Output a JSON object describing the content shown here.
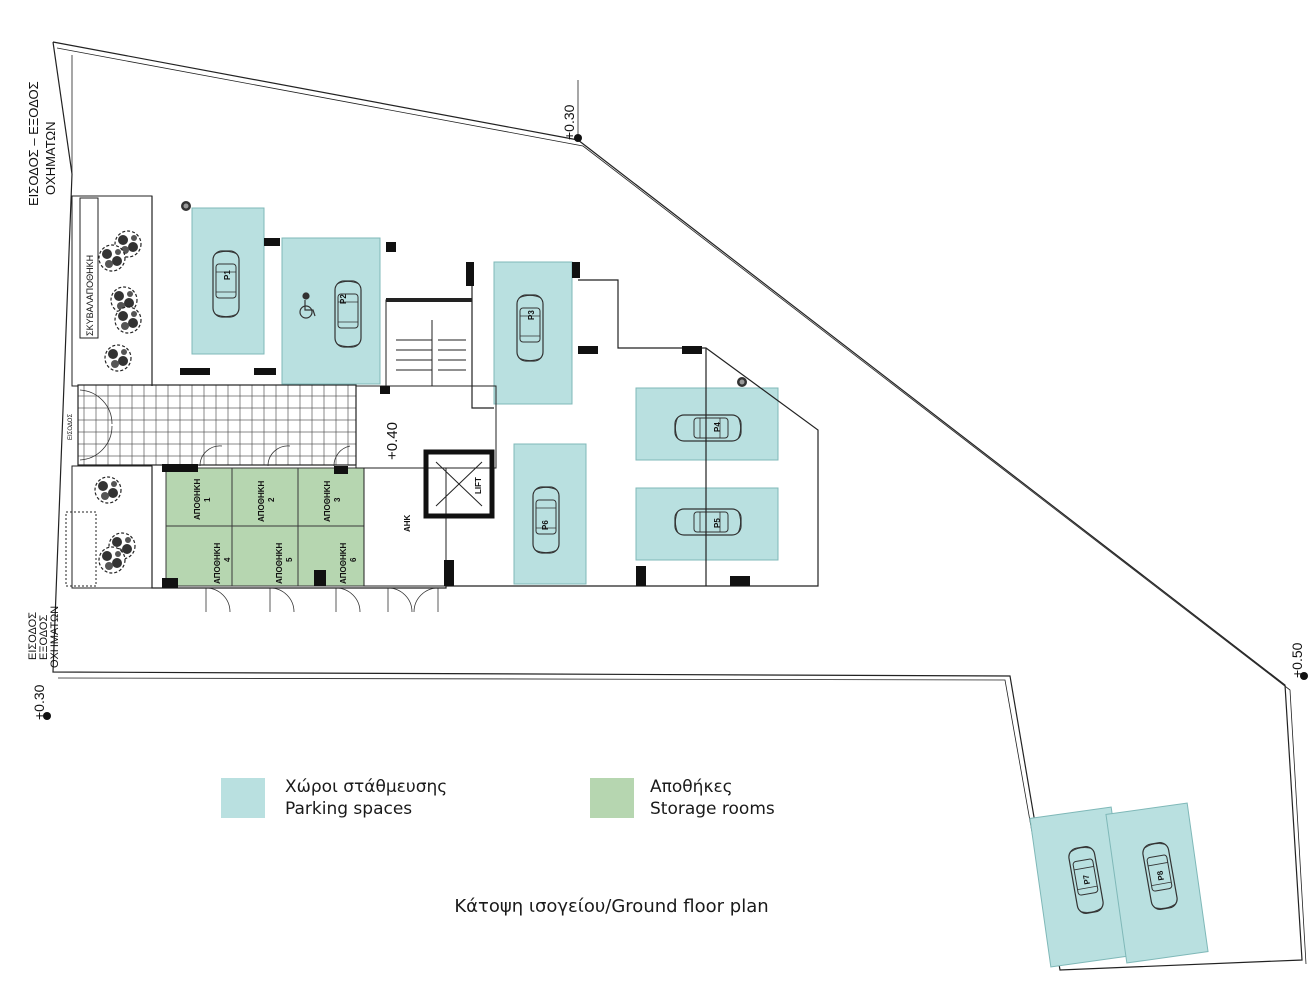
{
  "colors": {
    "parking": "#b9e0e0",
    "storage": "#b6d6b0",
    "wall": "#111111"
  },
  "site": {
    "entrance_top": [
      "ΕΙΣΟΔΟΣ – ΕΞΟΔΟΣ",
      "ΟΧΗΜΑΤΩΝ"
    ],
    "entrance_bottom": [
      "ΕΙΣΟΔΟΣ",
      "ΕΞΟΔΟΣ",
      "ΟΧΗΜΑΤΩΝ"
    ],
    "level_top": "+0.30",
    "level_left": "+0.30",
    "level_right": "+0.50",
    "level_stair": "+0.40"
  },
  "rooms": {
    "bin_store": "ΣΚΥΒΑΛΑΠΟΘΗΚΗ",
    "entrance": "ΕΙΣΟΔΟΣ",
    "lift": "LIFT",
    "ahk": "ΑΗΚ"
  },
  "parking": [
    "P1",
    "P2",
    "P3",
    "P4",
    "P5",
    "P6",
    "P7",
    "P8"
  ],
  "storage": [
    {
      "label": "ΑΠΟΘΗΚΗ",
      "num": "1"
    },
    {
      "label": "ΑΠΟΘΗΚΗ",
      "num": "2"
    },
    {
      "label": "ΑΠΟΘΗΚΗ",
      "num": "3"
    },
    {
      "label": "ΑΠΟΘΗΚΗ",
      "num": "4"
    },
    {
      "label": "ΑΠΟΘΗΚΗ",
      "num": "5"
    },
    {
      "label": "ΑΠΟΘΗΚΗ",
      "num": "6"
    }
  ],
  "legend": {
    "parking": {
      "greek": "Χώροι στάθμευσης",
      "english": "Parking spaces"
    },
    "storage": {
      "greek": "Αποθήκες",
      "english": "Storage rooms"
    }
  },
  "caption": "Κάτοψη ισογείου/Ground floor plan"
}
